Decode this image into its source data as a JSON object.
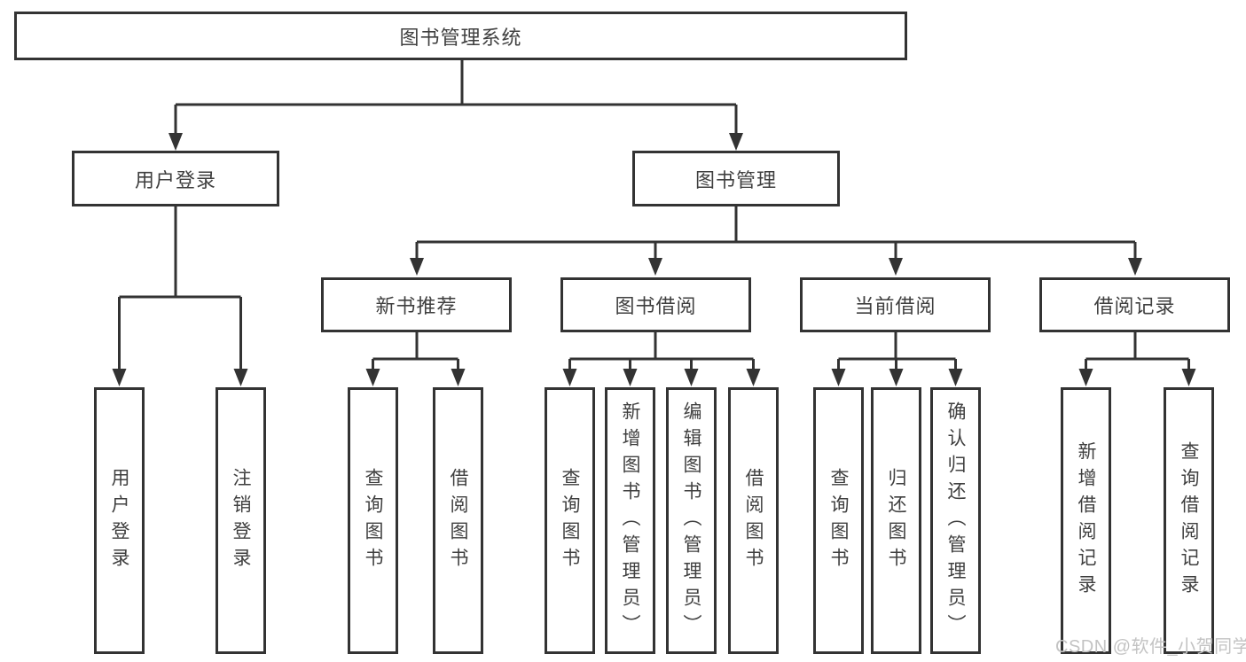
{
  "tree": {
    "root": {
      "label": "图书管理系统"
    },
    "branches": [
      {
        "label": "用户登录",
        "leaves": [
          "用户登录",
          "注销登录"
        ]
      },
      {
        "label": "图书管理",
        "children": [
          {
            "label": "新书推荐",
            "leaves": [
              "查询图书",
              "借阅图书"
            ]
          },
          {
            "label": "图书借阅",
            "leaves": [
              "查询图书",
              "新增图书（管理员）",
              "编辑图书（管理员）",
              "借阅图书"
            ]
          },
          {
            "label": "当前借阅",
            "leaves": [
              "查询图书",
              "归还图书",
              "确认归还（管理员）"
            ]
          },
          {
            "label": "借阅记录",
            "leaves": [
              "新增借阅记录",
              "查询借阅记录"
            ]
          }
        ]
      }
    ]
  },
  "watermark": {
    "text": "CSDN @软件_小贺同学"
  },
  "colors": {
    "line": "#333333",
    "box_fill": "#ffffff",
    "text": "#3f3f3f",
    "background": "#ffffff",
    "watermark": "#c3c3c3"
  }
}
